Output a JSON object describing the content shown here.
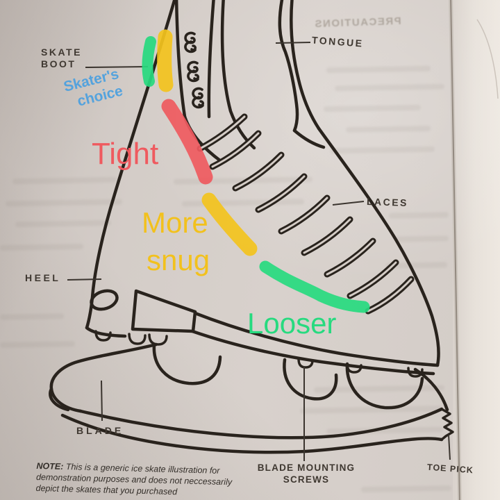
{
  "diagram": {
    "subject": "ice-skate parts diagram",
    "labels": {
      "skate_boot_line1": "SKATE",
      "skate_boot_line2": "BOOT",
      "tongue": "TONGUE",
      "laces": "LACES",
      "heel": "HEEL",
      "blade": "BLADE",
      "blade_mounting_line1": "BLADE MOUNTING",
      "blade_mounting_line2": "SCREWS",
      "toe_pick": "TOE PICK"
    },
    "annotations": {
      "skaters_choice_line1": "Skater's",
      "skaters_choice_line2": "choice",
      "tight": "Tight",
      "more": "More",
      "snug": "snug",
      "looser": "Looser"
    },
    "colors": {
      "paper": "#d4cdc8",
      "ink": "#29231d",
      "label_text": "#3f3831",
      "marker_red": "#ef5a5f",
      "marker_yellow": "#f4c41e",
      "marker_green": "#27da7f",
      "annotation_blue": "#4aa0e0"
    }
  },
  "note": {
    "prefix": "NOTE:",
    "line1": "This is a generic ice skate illustration for",
    "line2": "demonstration purposes and does not neccessarily",
    "line3": "depict the skates that you purchased"
  },
  "ghost": {
    "heading": "PRECAUTIONS"
  }
}
